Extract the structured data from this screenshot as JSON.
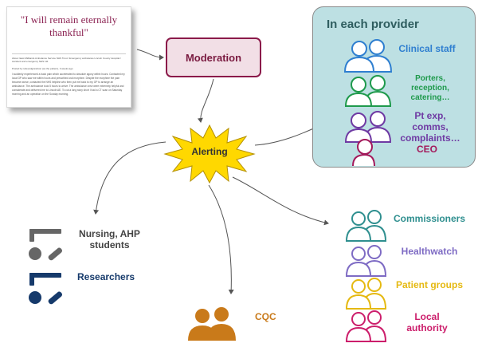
{
  "story_card": {
    "quote": "\"I will remain eternally thankful\"",
    "tags": "About: East Midlands Ambulance Service NHS Trust / Emergency ambulance   Lincoln County Hospital / Accident and emergency   NHS 111",
    "posted": "Posted by relievedgrandson (as the patient), 3 weeks ago",
    "body": "I suddenly experienced a back pain which accelerated to absolute agony within hours. Contacted my local GP who saw me within hours and prescribed oral morphine. Despite the morphine the pain became worse, contacted the NHS helpline who then put me back to my GP to arrange an ambulance. The ambulance took 5 hours to arrive. The ambulance crew were extremely helpful and considerate and delivered me to Lincoln AE. To cut a long story short I had a CT scan on Saturday morning and an operation on the Sunday morning."
  },
  "moderation_label": "Moderation",
  "alerting_label": "Alerting",
  "provider": {
    "title": "In each provider",
    "clinical_staff": "Clinical staff",
    "porters_l1": "Porters,",
    "porters_l2": "reception,",
    "porters_l3": "catering…",
    "ptexp_l1": "Pt exp,",
    "ptexp_l2": "comms,",
    "ptexp_l3": "complaints…",
    "ceo": "CEO"
  },
  "left_groups": {
    "students_l1": "Nursing, AHP",
    "students_l2": "students",
    "researchers": "Researchers"
  },
  "cqc": "CQC",
  "right_groups": {
    "commissioners": "Commissioners",
    "healthwatch": "Healthwatch",
    "patient_groups": "Patient groups",
    "local_l1": "Local",
    "local_l2": "authority"
  },
  "colors": {
    "moderation_border": "#8b1a4a",
    "alert_star": "#ffd800",
    "provider_bg": "#bde0e3",
    "clinical": "#2f7fd0",
    "porters": "#1f9a4c",
    "ptexp": "#6f3aa3",
    "ceo": "#a3195b",
    "commissioners": "#2f8f8f",
    "healthwatch": "#7e6bc4",
    "patient_groups": "#e5b911",
    "local_authority": "#cc1e6b",
    "cqc": "#c97a1a",
    "students": "#666666",
    "researchers": "#163a6b"
  }
}
